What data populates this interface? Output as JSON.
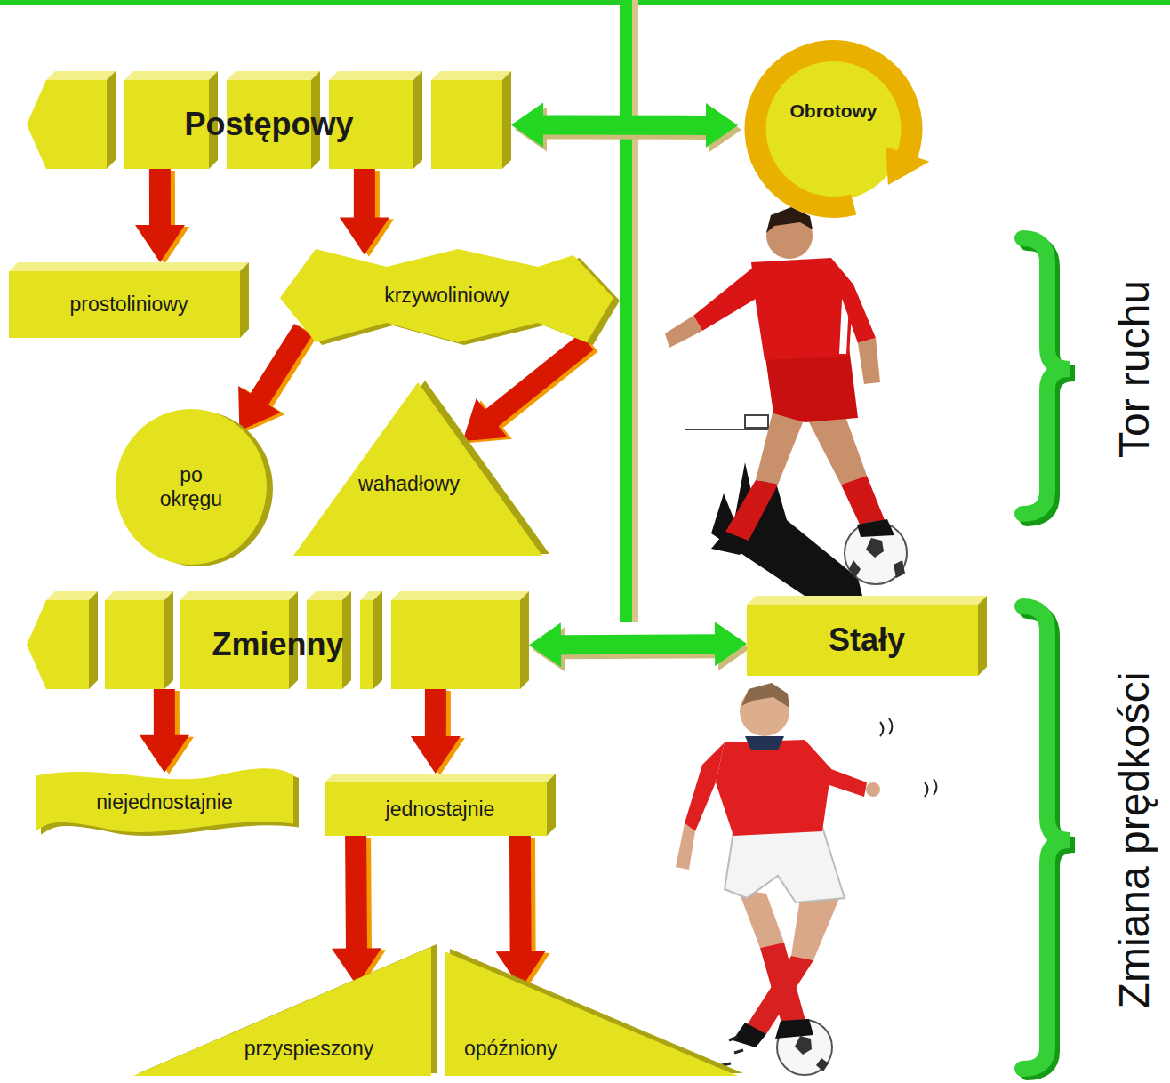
{
  "diagram": {
    "nodes": [
      {
        "text": [
          "Postępowy"
        ]
      },
      {
        "text": [
          "Obrotowy"
        ]
      },
      {
        "text": [
          "prostoliniowy"
        ]
      },
      {
        "text": [
          "krzywoliniowy"
        ]
      },
      {
        "text": [
          "po okręgu"
        ]
      },
      {
        "text": [
          "wahadłowy"
        ]
      },
      {
        "text": [
          "Zmienny"
        ]
      },
      {
        "text": [
          "Stały"
        ]
      },
      {
        "text": [
          "niejednostajnie"
        ]
      },
      {
        "text": [
          "jednostajnie"
        ]
      },
      {
        "text": [
          "przyspieszony"
        ]
      },
      {
        "text": [
          "opóźniony"
        ]
      }
    ],
    "edges": [
      {
        "from": 0,
        "to": 1,
        "arrow": "both"
      },
      {
        "from": 0,
        "to": 2,
        "arrow": "to"
      },
      {
        "from": 0,
        "to": 3,
        "arrow": "to"
      },
      {
        "from": 3,
        "to": 4,
        "arrow": "to"
      },
      {
        "from": 3,
        "to": 5,
        "arrow": "to"
      },
      {
        "from": 6,
        "to": 7,
        "arrow": "both"
      },
      {
        "from": 6,
        "to": 8,
        "arrow": "to"
      },
      {
        "from": 6,
        "to": 9,
        "arrow": "to"
      },
      {
        "from": 9,
        "to": 10,
        "arrow": "to"
      },
      {
        "from": 9,
        "to": 11,
        "arrow": "to"
      }
    ],
    "labels": [
      "Tor ruchu",
      "Zmiana prędkości"
    ]
  }
}
